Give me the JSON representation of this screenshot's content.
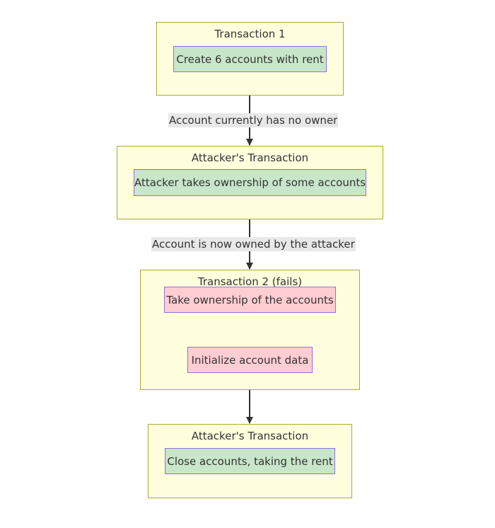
{
  "groups": {
    "transaction1": {
      "title": "Transaction 1"
    },
    "attacker1": {
      "title": "Attacker's Transaction"
    },
    "transaction2": {
      "title": "Transaction 2 (fails)"
    },
    "attacker2": {
      "title": "Attacker's Transaction"
    }
  },
  "nodes": {
    "create_accounts": "Create 6 accounts with rent",
    "take_ownership_attacker": "Attacker takes ownership of some accounts",
    "take_ownership": "Take ownership of the accounts",
    "initialize_data": "Initialize account data",
    "close_accounts": "Close accounts, taking the rent"
  },
  "edges": {
    "no_owner": "Account currently has no owner",
    "owned_by_attacker": "Account is now owned by the attacker"
  },
  "colors": {
    "group_fill": "#ffffde",
    "group_border": "#aaaa33",
    "node_success": "#c8e6c9",
    "node_fail": "#ffcdd2",
    "node_border": "#9370db",
    "edge": "#333333",
    "edge_label_bg": "#e8e8e8"
  }
}
